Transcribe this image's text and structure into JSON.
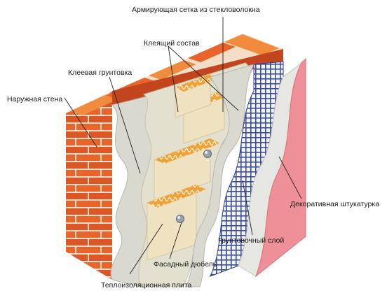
{
  "diagram": {
    "labels": {
      "outer_wall": "Наружная стена",
      "adhesive_primer": "Клеевая грунтовка",
      "adhesive_mix": "Клеящий состав",
      "fiberglass_mesh": "Армирующая сетка из стекловолокна",
      "decorative_plaster": "Декоративная штукатурка",
      "primer_layer": "Грунтовочный слой",
      "facade_dowel": "Фасадный дюбель",
      "insulation_board": "Теплоизоляционная плита"
    },
    "colors": {
      "brick": "#e8642b",
      "brick_dark": "#c2451d",
      "brick_top": "#f08a3c",
      "mortar": "#f3ddc6",
      "adhesive_layer": "#d9d9cf",
      "insulation_face": "#efe2c0",
      "insulation_edge": "#f0a238",
      "mesh": "#3b4fa0",
      "primer_layer": "#e6e6e2",
      "plaster": "#ef8f97",
      "leader_line": "#222222"
    },
    "icons": {
      "dowel": "dowel-head-icon"
    }
  }
}
